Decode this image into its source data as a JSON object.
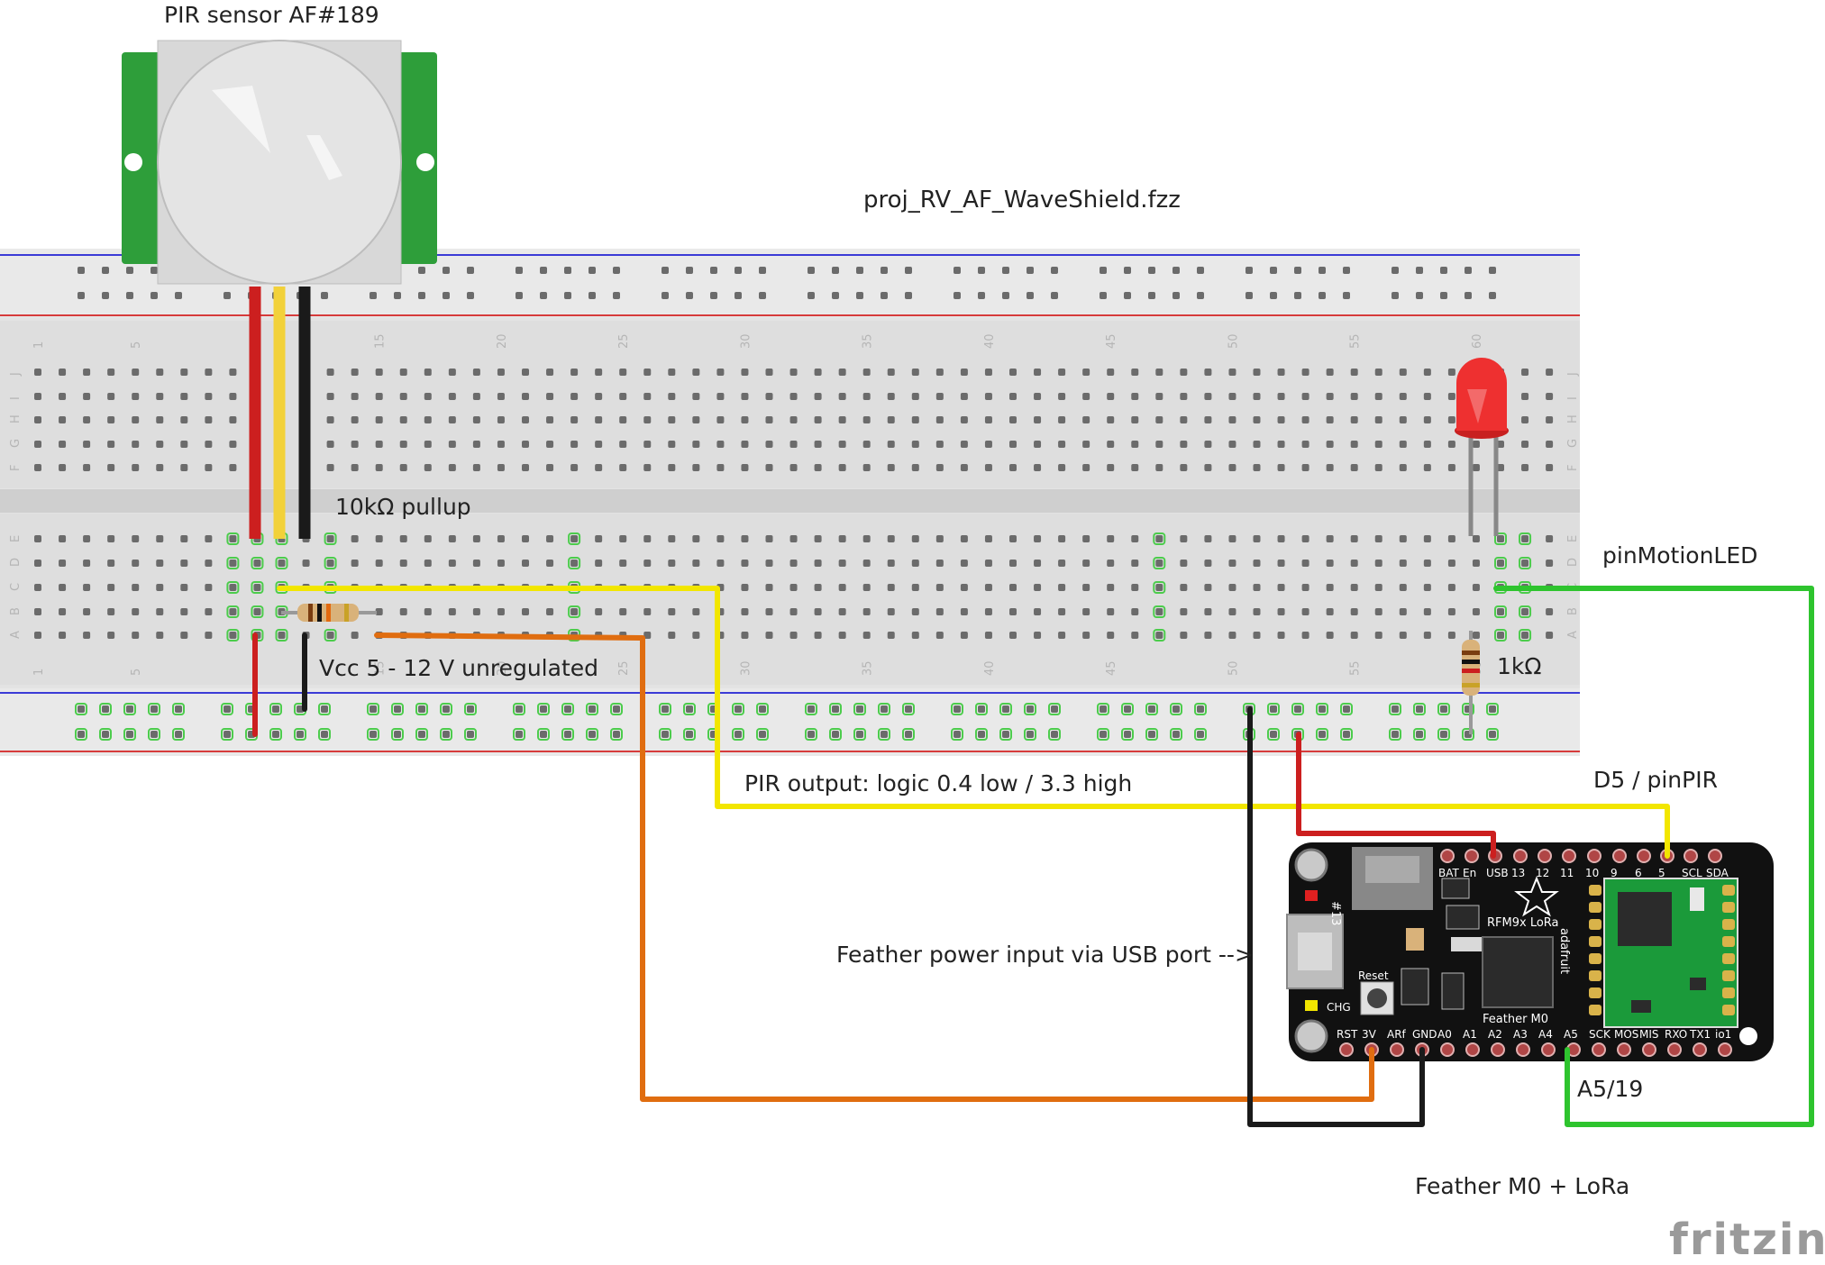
{
  "file_label": "proj_RV_AF_WaveShield.fzz",
  "pir": {
    "title": "PIR sensor AF#189"
  },
  "annotations": {
    "pullup": "10kΩ pullup",
    "vcc": "Vcc 5 - 12 V unregulated",
    "pir_output": "PIR output: logic 0.4 low / 3.3 high",
    "d5": "D5 / pinPIR",
    "motion_led": "pinMotionLED",
    "r1k": "1kΩ",
    "usb_power": "Feather power input via USB port -->",
    "a5": "A5/19",
    "feather_caption": "Feather M0 + LoRa"
  },
  "breadboard": {
    "col_numbers": [
      "1",
      "5",
      "15",
      "20",
      "25",
      "30",
      "35",
      "40",
      "45",
      "50",
      "55",
      "60"
    ],
    "row_letters_top": [
      "J",
      "I",
      "H",
      "G",
      "F"
    ],
    "row_letters_bottom": [
      "E",
      "D",
      "C",
      "B",
      "A"
    ]
  },
  "feather": {
    "top_pins": [
      "BAT",
      "En",
      "USB",
      "13",
      "12",
      "11",
      "10",
      "9",
      "6",
      "5",
      "SCL",
      "SDA"
    ],
    "bottom_pins": [
      "RST",
      "3V",
      "ARf",
      "GND",
      "A0",
      "A1",
      "A2",
      "A3",
      "A4",
      "A5",
      "SCK",
      "MOS",
      "MIS",
      "RXO",
      "TX1",
      "io1"
    ],
    "board_labels": {
      "reset": "Reset",
      "chg": "CHG",
      "led13": "#13",
      "rfm": "RFM9x LoRa",
      "model": "Feather M0",
      "brand": "adafruit"
    }
  },
  "watermark": "fritzing",
  "colors": {
    "wire_red": "#cc1f1f",
    "wire_yellow": "#f2e600",
    "wire_black": "#1a1a1a",
    "wire_orange": "#e06d10",
    "wire_green": "#2ec42e",
    "wire_gray": "#888888",
    "pir_green": "#2e9e3a",
    "board_black": "#111111"
  }
}
